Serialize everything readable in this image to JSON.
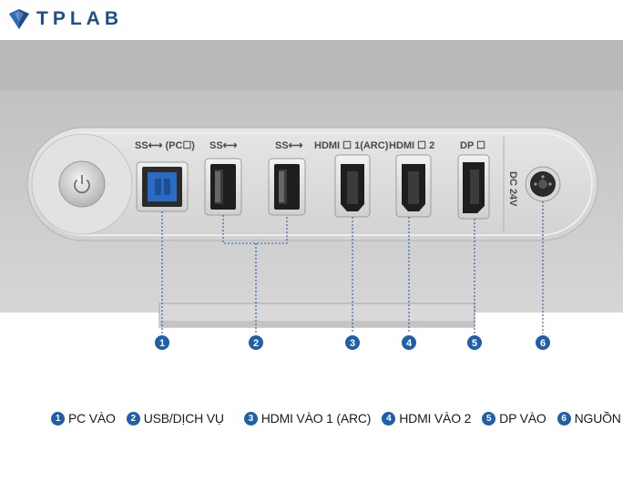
{
  "brand": {
    "name": "TPLAB",
    "color": "#1f4e8c"
  },
  "ports": [
    {
      "num": "1",
      "label": "SS⟷ (PC☐)",
      "icon": "usb-b-port-icon"
    },
    {
      "num": "2",
      "label": "SS⟷",
      "icon": "usb-a-port-icon"
    },
    {
      "num": "2",
      "label": "SS⟷",
      "icon": "usb-a-port-icon"
    },
    {
      "num": "3",
      "label": "HDMI ☐ 1(ARC)",
      "icon": "hdmi-port-icon"
    },
    {
      "num": "4",
      "label": "HDMI ☐ 2",
      "icon": "hdmi-port-icon"
    },
    {
      "num": "5",
      "label": "DP ☐",
      "icon": "displayport-icon"
    },
    {
      "num": "6",
      "label": "DC 24V",
      "icon": "dc-power-jack-icon"
    }
  ],
  "callouts": [
    "1",
    "2",
    "3",
    "4",
    "5",
    "6"
  ],
  "legend": [
    {
      "num": "1",
      "text": "PC VÀO"
    },
    {
      "num": "2",
      "text": "USB/DỊCH VỤ"
    },
    {
      "num": "3",
      "text": "HDMI VÀO 1 (ARC)"
    },
    {
      "num": "4",
      "text": "HDMI VÀO 2"
    },
    {
      "num": "5",
      "text": "DP VÀO"
    },
    {
      "num": "6",
      "text": "NGUỒN"
    }
  ],
  "colors": {
    "accent": "#1f5fa8",
    "panel": "#c9c9c9",
    "usb3_blue": "#2a6bc4"
  }
}
